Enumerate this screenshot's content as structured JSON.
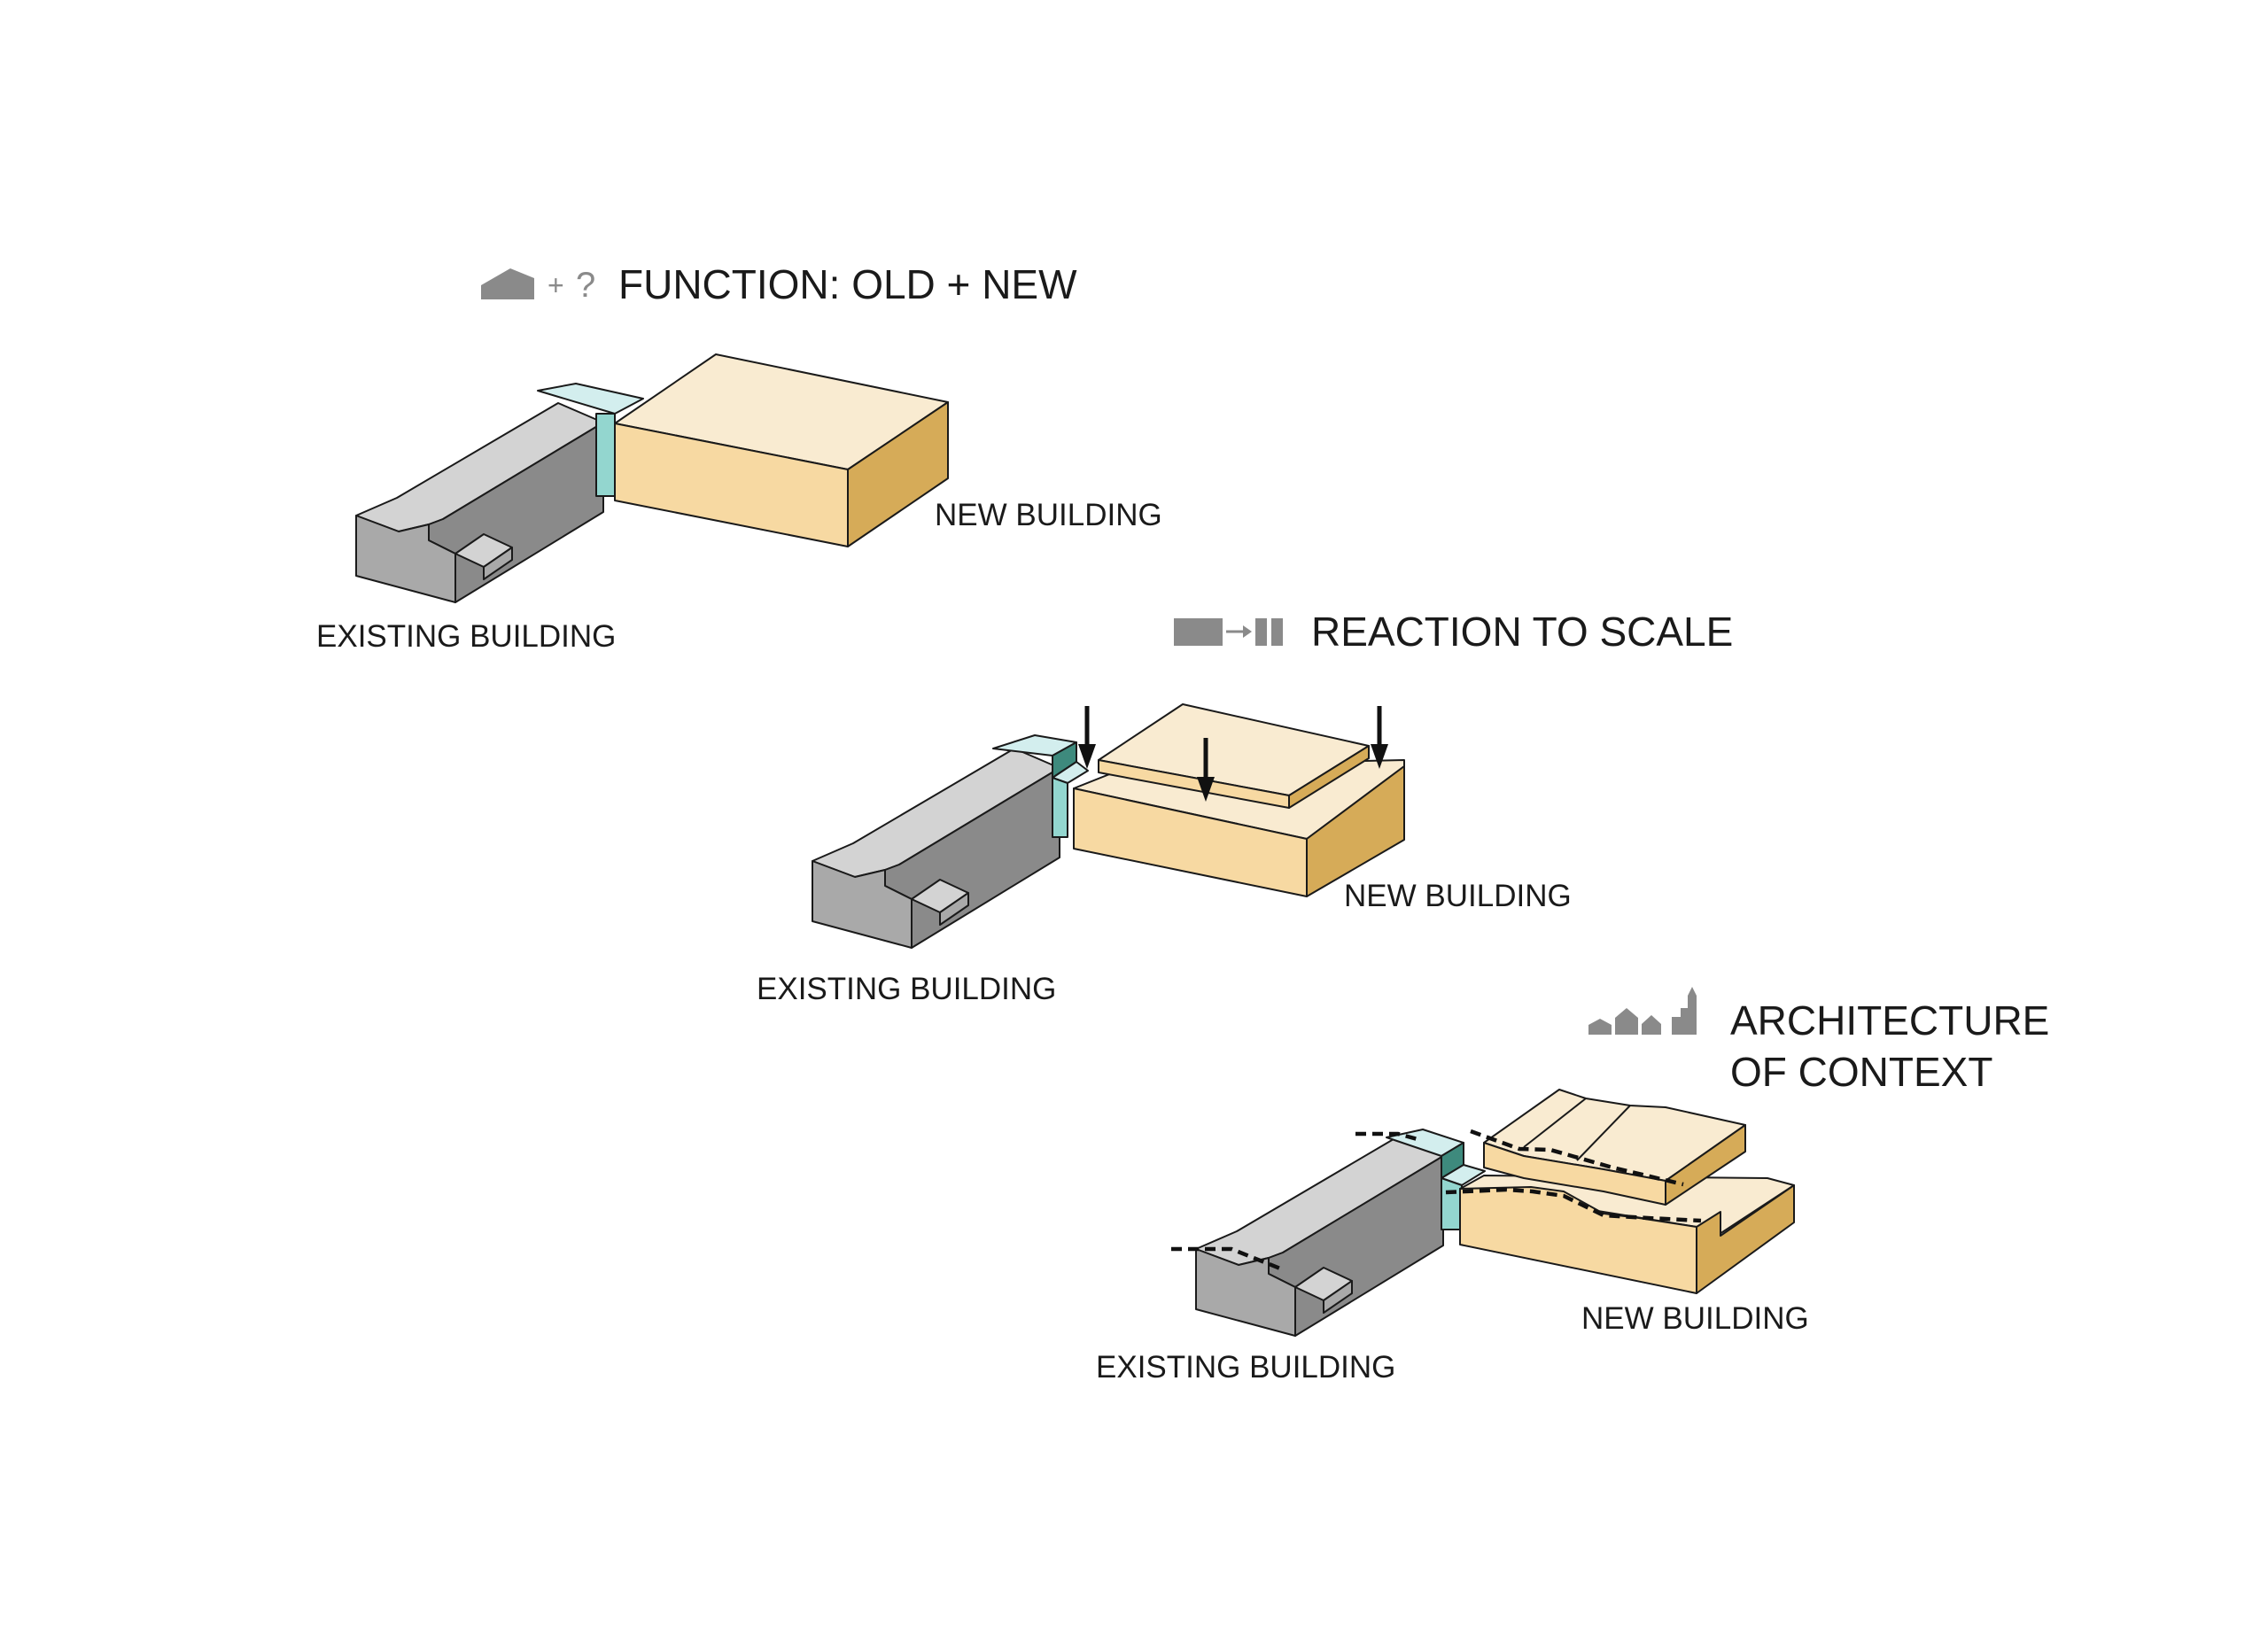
{
  "colors": {
    "gray_light": "#d3d3d3",
    "gray_mid": "#a9a9a9",
    "gray_dark": "#8a8a8a",
    "teal_top": "#d3eeee",
    "teal_front": "#93d6cf",
    "teal_dark": "#3e8a7d",
    "new_top": "#f9ebd1",
    "new_front": "#f7d9a2",
    "new_side": "#d6ab58",
    "icon_gray": "#8a8a8a",
    "text": "#1a1a1a"
  },
  "sections": [
    {
      "id": "function",
      "title": "FUNCTION: OLD + NEW",
      "icon_plus": "+",
      "icon_question": "?",
      "icon": "house-plus-question-icon",
      "existing_label": "EXISTING BUILDING",
      "new_label": "NEW BUILDING"
    },
    {
      "id": "scale",
      "title": "REACTION TO SCALE",
      "icon": "block-to-split-icon",
      "existing_label": "EXISTING BUILDING",
      "new_label": "NEW BUILDING"
    },
    {
      "id": "context",
      "title_line1": "ARCHITECTURE",
      "title_line2": "OF CONTEXT",
      "icon": "skyline-icon",
      "existing_label": "EXISTING BUILDING",
      "new_label": "NEW BUILDING"
    }
  ]
}
